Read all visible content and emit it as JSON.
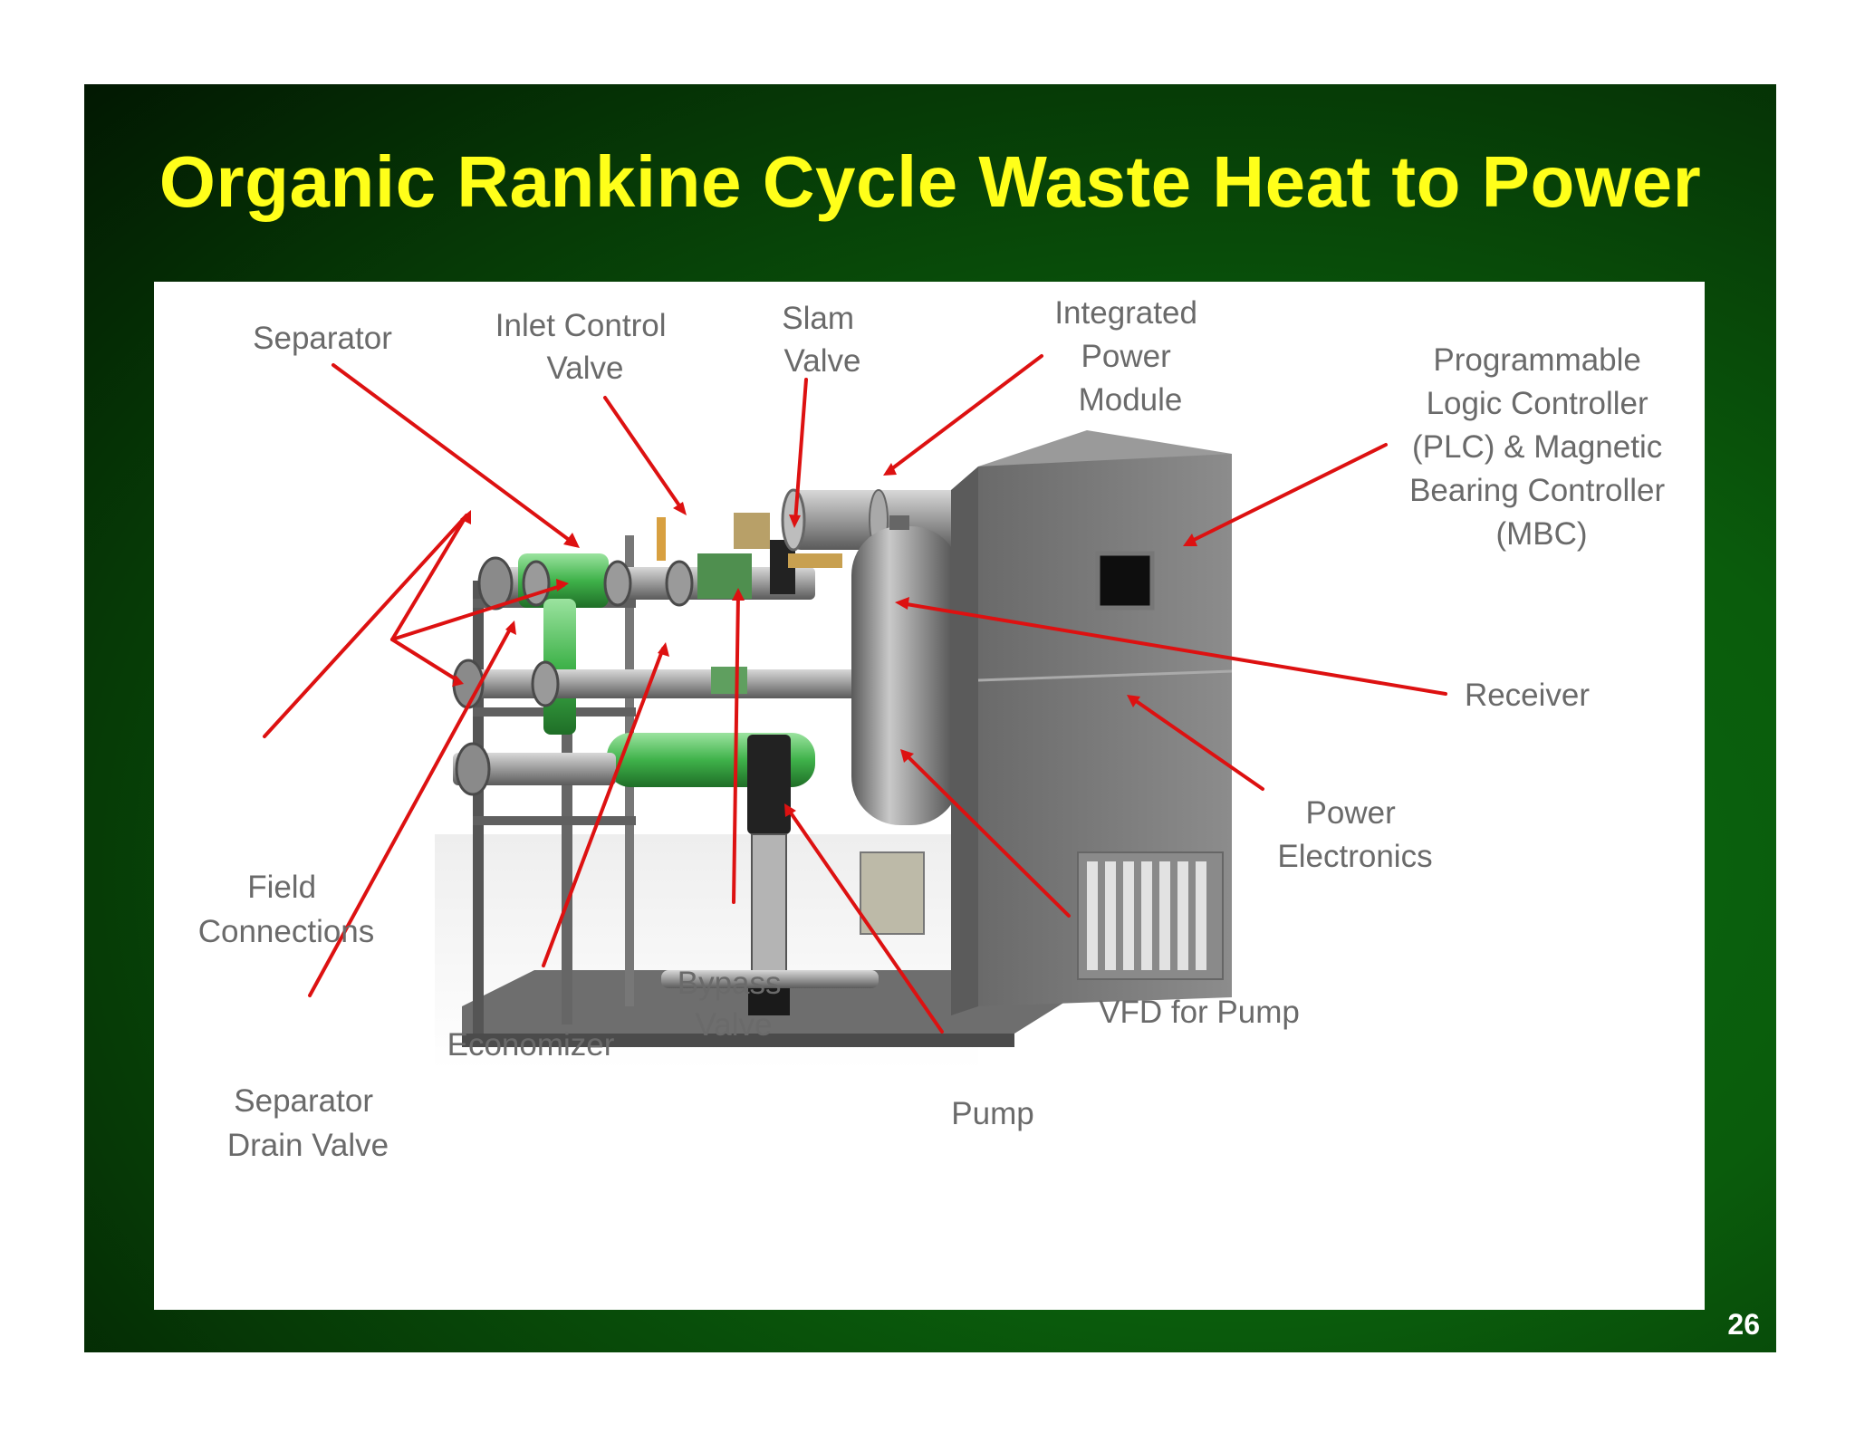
{
  "slide": {
    "title": "Organic Rankine Cycle Waste Heat to Power",
    "page_number": "26"
  },
  "labels": {
    "separator": [
      "Separator"
    ],
    "inlet_control_valve": [
      "Inlet Control",
      "Valve"
    ],
    "slam_valve": [
      "Slam",
      "Valve"
    ],
    "integrated_power_module": [
      "Integrated",
      "Power",
      "Module"
    ],
    "plc": [
      "Programmable",
      "Logic Controller",
      "(PLC) & Magnetic",
      "Bearing Controller",
      "(MBC)"
    ],
    "receiver": [
      "Receiver"
    ],
    "power_electronics": [
      "Power",
      "Electronics"
    ],
    "vfd_for_pump": [
      "VFD for Pump"
    ],
    "pump": [
      "Pump"
    ],
    "bypass_valve": [
      "Bypass",
      "Valve"
    ],
    "economizer": [
      "Economizer"
    ],
    "separator_drain_valve": [
      "Separator",
      "Drain Valve"
    ],
    "field_connections": [
      "Field",
      "Connections"
    ]
  },
  "colors": {
    "title": "#ffff1a",
    "leader": "#dd1111",
    "label": "#6a6a6a",
    "pipe_green": "#3fb24a",
    "steel": "#8f8f8f",
    "cabinet": "#7d7d7d"
  }
}
